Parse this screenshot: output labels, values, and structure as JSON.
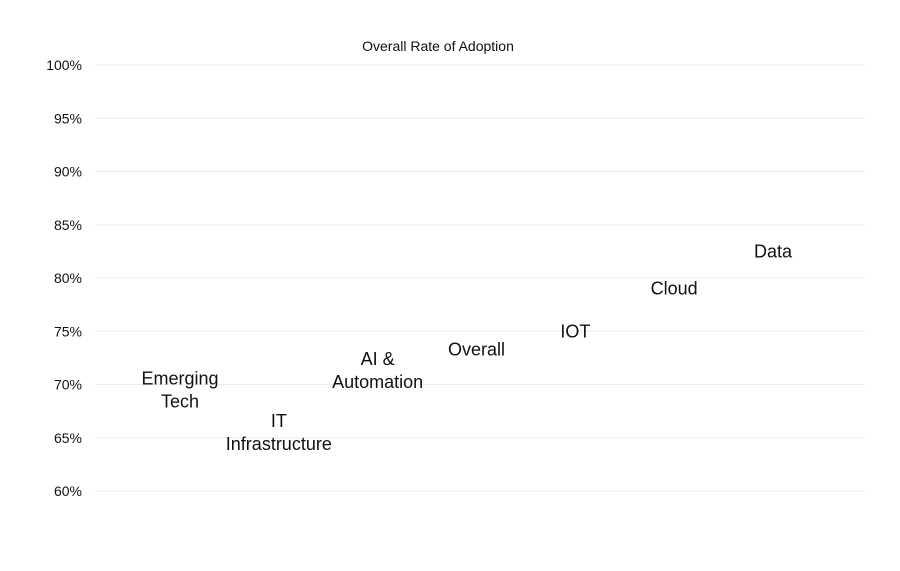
{
  "chart_data": {
    "type": "scatter",
    "title": "Overall Rate of Adoption",
    "xlabel": "",
    "ylabel": "",
    "ylim": [
      60,
      100
    ],
    "yticks": [
      "100%",
      "95%",
      "90%",
      "85%",
      "80%",
      "75%",
      "70%",
      "65%",
      "60%"
    ],
    "grid": true,
    "points": [
      {
        "label": [
          "Emerging",
          "Tech"
        ],
        "y": 69.5
      },
      {
        "label": [
          "IT",
          "Infrastructure"
        ],
        "y": 65.5
      },
      {
        "label": [
          "AI &",
          "Automation"
        ],
        "y": 71.3
      },
      {
        "label": [
          "Overall"
        ],
        "y": 73.3
      },
      {
        "label": [
          "IOT"
        ],
        "y": 75.0
      },
      {
        "label": [
          "Cloud"
        ],
        "y": 79.0
      },
      {
        "label": [
          "Data"
        ],
        "y": 82.5
      }
    ]
  }
}
